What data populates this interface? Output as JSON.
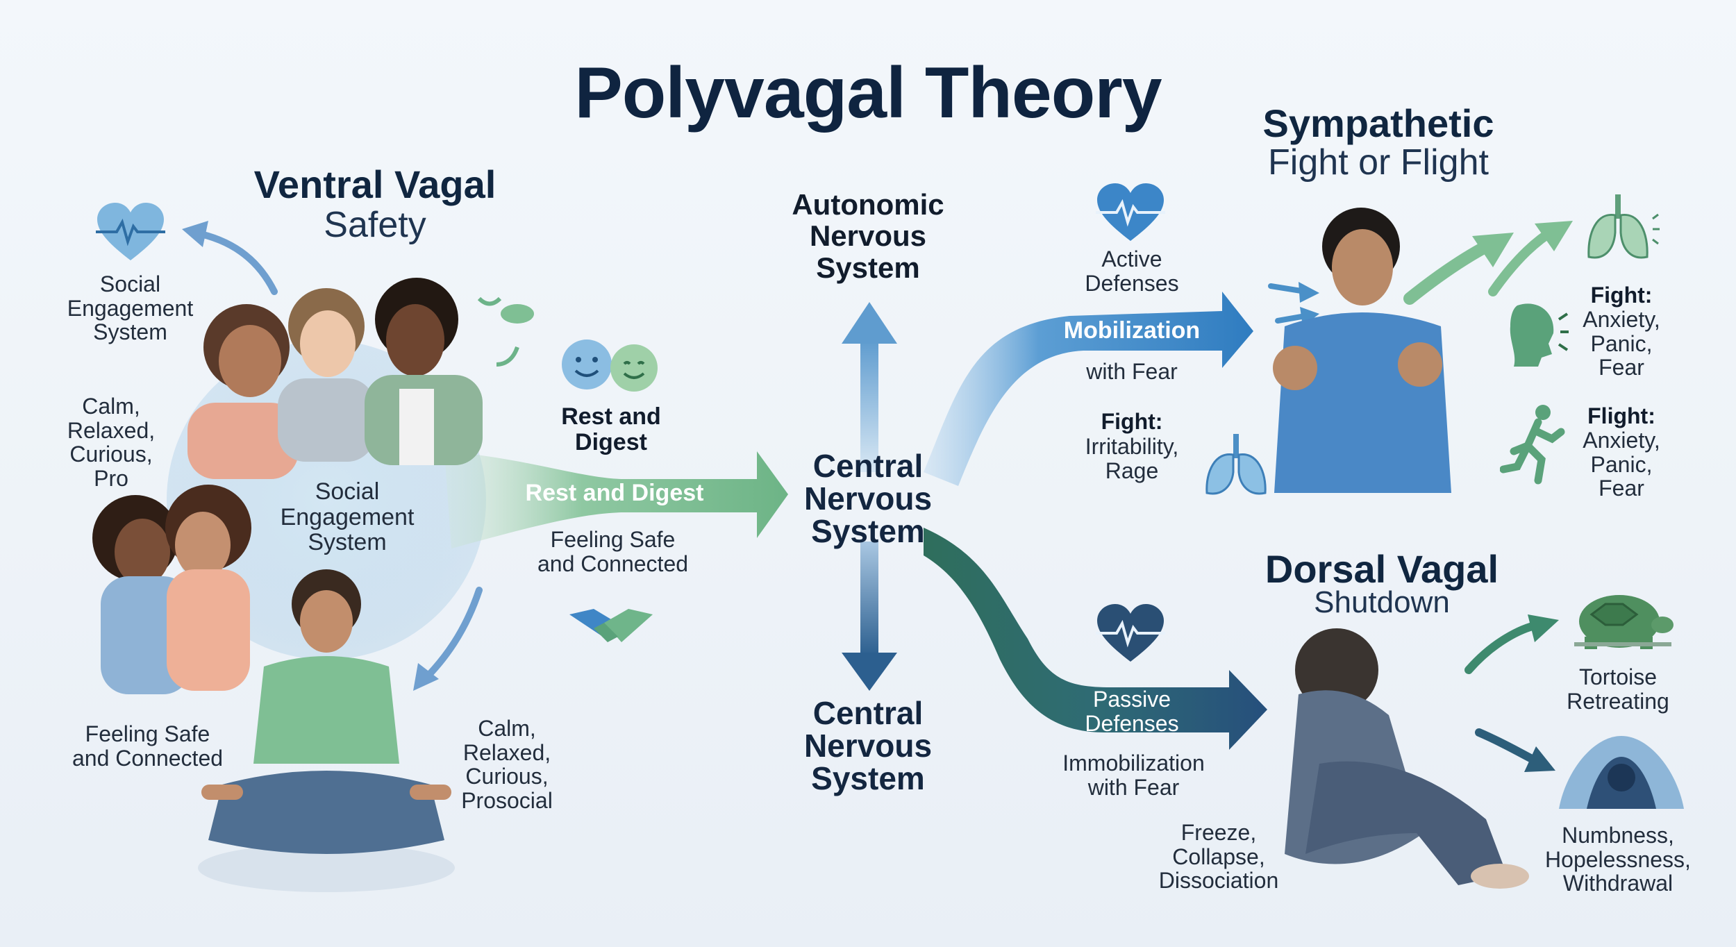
{
  "title": "Polyvagal Theory",
  "ventral": {
    "heading": "Ventral Vagal",
    "subheading": "Safety",
    "social_engagement_left": "Social\nEngagement\nSystem",
    "calm_left": "Calm,\nRelaxed,\nCurious,\nPro",
    "social_engagement_center": "Social\nEngagement\nSystem",
    "feeling_safe_left": "Feeling Safe\nand Connected",
    "calm_bottom": "Calm,\nRelaxed,\nCurious,\nProsocial",
    "rest_digest_icon_label": "Rest and\nDigest",
    "rest_digest_band": "Rest and Digest",
    "feeling_safe_center": "Feeling Safe\nand Connected"
  },
  "center": {
    "autonomic": "Autonomic\nNervous\nSystem",
    "central_mid": "Central\nNervous\nSystem",
    "central_bottom": "Central\nNervous\nSystem"
  },
  "sympathetic": {
    "heading": "Sympathetic",
    "subheading": "Fight or Flight",
    "active_defenses": "Active\nDefenses",
    "mobilization_band": "Mobilization",
    "with_fear": "with Fear",
    "fight_left_title": "Fight:",
    "fight_left_desc": "Irritability,\nRage",
    "fight_right_title": "Fight:",
    "fight_right_desc": "Anxiety,\nPanic,\nFear",
    "flight_title": "Flight:",
    "flight_desc": "Anxiety,\nPanic,\nFear"
  },
  "dorsal": {
    "heading": "Dorsal Vagal",
    "subheading": "Shutdown",
    "passive_band": "Passive\nDefenses",
    "immobilization": "Immobilization\nwith Fear",
    "freeze": "Freeze,\nCollapse,\nDissociation",
    "tortoise": "Tortoise\nRetreating",
    "numbness": "Numbness,\nHopelessness,\nWithdrawal"
  },
  "colors": {
    "green": "#7fbf94",
    "blue": "#3d86c4",
    "dark_blue": "#2b5a86",
    "teal_green": "#3e7e6a",
    "navy": "#102640"
  },
  "icons": [
    "heart-pulse-icon",
    "smiley-faces-icon",
    "handshake-icon",
    "lungs-icon",
    "shouting-head-icon",
    "running-person-icon",
    "tortoise-icon",
    "hiding-person-icon"
  ]
}
